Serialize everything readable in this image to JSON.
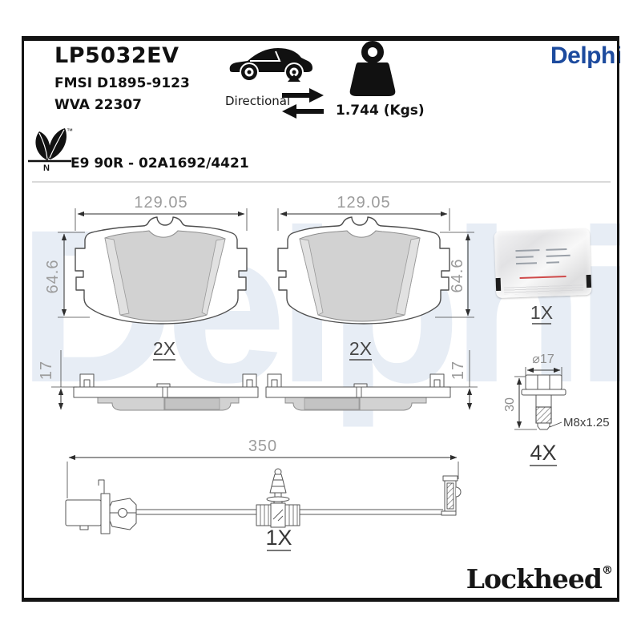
{
  "header": {
    "part_number": "LP5032EV",
    "fmsi": "FMSI D1895-9123",
    "wva": "WVA 22307",
    "directional_label": "Directional",
    "weight_value": "1.744 (Kgs)",
    "brand_logo": "Delphi",
    "eco_trademark": "™",
    "eco_letter": "N",
    "approval_code": "E9 90R - 02A1692/4421"
  },
  "dims": {
    "pad_width": "129.05",
    "pad_height": "64.6",
    "pad_thickness": "17",
    "pad_quantity": "2X",
    "sachet_quantity": "1X",
    "bolt_head_diameter": "⌀17",
    "bolt_length": "30",
    "bolt_thread": "M8x1.25",
    "bolt_quantity": "4X",
    "sensor_length": "350",
    "sensor_quantity": "1X"
  },
  "footer": {
    "brand": "Lockheed",
    "registered": "®"
  },
  "watermark": "Delphi",
  "colors": {
    "brand_blue": "#1d4b9e",
    "watermark_blue": "#e7edf5",
    "friction_gray": "#d2d2d2",
    "dimension_text_gray": "#9c9c9c"
  }
}
